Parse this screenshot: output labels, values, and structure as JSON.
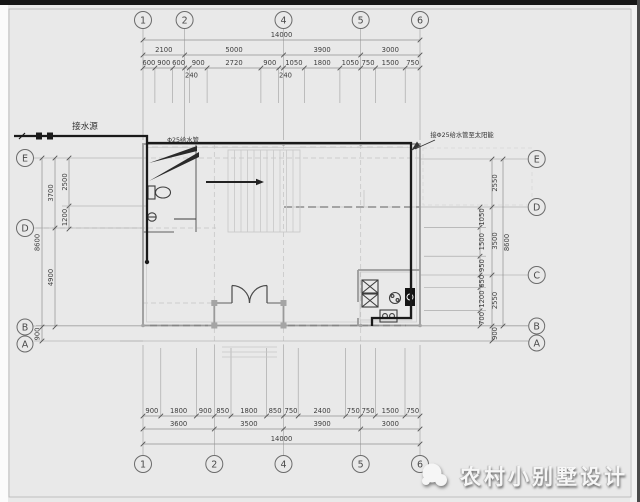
{
  "colors": {
    "paper": "#e9e9e9",
    "drawing_line": "#8f8f8f",
    "pipe_line": "#1a1a1a",
    "dim_text": "#3f3f3f",
    "watermark_text": "#f6f6f6"
  },
  "grid": {
    "cols": [
      "1",
      "2",
      "4",
      "5",
      "6"
    ],
    "left": [
      "E",
      "D",
      "B",
      "A"
    ],
    "right": [
      "E",
      "D",
      "C",
      "B",
      "A"
    ]
  },
  "dims": {
    "top": {
      "total": "14000",
      "segments": [
        "2100",
        "5000",
        "3900",
        "3000"
      ],
      "sub": [
        "600",
        "900",
        "600",
        "900",
        "2720",
        "900",
        "1050",
        "1800",
        "1050",
        "750",
        "1500",
        "750"
      ],
      "sub240": [
        "240",
        "240"
      ]
    },
    "bottom": {
      "total": "14000",
      "segments": [
        "3600",
        "3500",
        "3900",
        "3000"
      ],
      "sub": [
        "900",
        "1800",
        "900",
        "850",
        "1800",
        "850",
        "750",
        "2400",
        "750",
        "750",
        "1500",
        "750"
      ]
    },
    "left": {
      "outer": "8600",
      "mid": [
        "3700",
        "4900"
      ],
      "inner": [
        "2500",
        "1200"
      ],
      "b_to_a": "900"
    },
    "right": {
      "outer": "8600",
      "mid": [
        "2550",
        "3500",
        "2550",
        "900"
      ],
      "inner": [
        "1050",
        "1500",
        "950",
        "650",
        "1200",
        "700"
      ]
    }
  },
  "labels": {
    "water_source": "接水源",
    "supply_pipe": "Φ25给水管",
    "pipe_to_solar": "接Φ25给水管至太阳能"
  },
  "watermark": {
    "text": "农村小别墅设计"
  }
}
